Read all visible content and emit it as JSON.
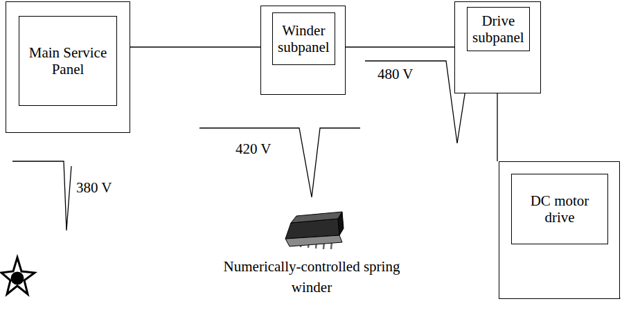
{
  "diagram": {
    "nodes": [
      {
        "text": [
          "Main Service Panel"
        ]
      },
      {
        "text": [
          "Winder subpanel"
        ]
      },
      {
        "text": [
          "Drive subpanel"
        ]
      },
      {
        "text": [
          "DC motor drive"
        ]
      }
    ],
    "edges": [
      {
        "from": 0,
        "to": 1,
        "arrow": "none"
      },
      {
        "from": 1,
        "to": 2,
        "arrow": "none"
      },
      {
        "from": 2,
        "to": 3,
        "arrow": "none"
      }
    ],
    "labels": [
      "380 V",
      "420 V",
      "480 V",
      "Numerically-controlled spring winder"
    ]
  }
}
